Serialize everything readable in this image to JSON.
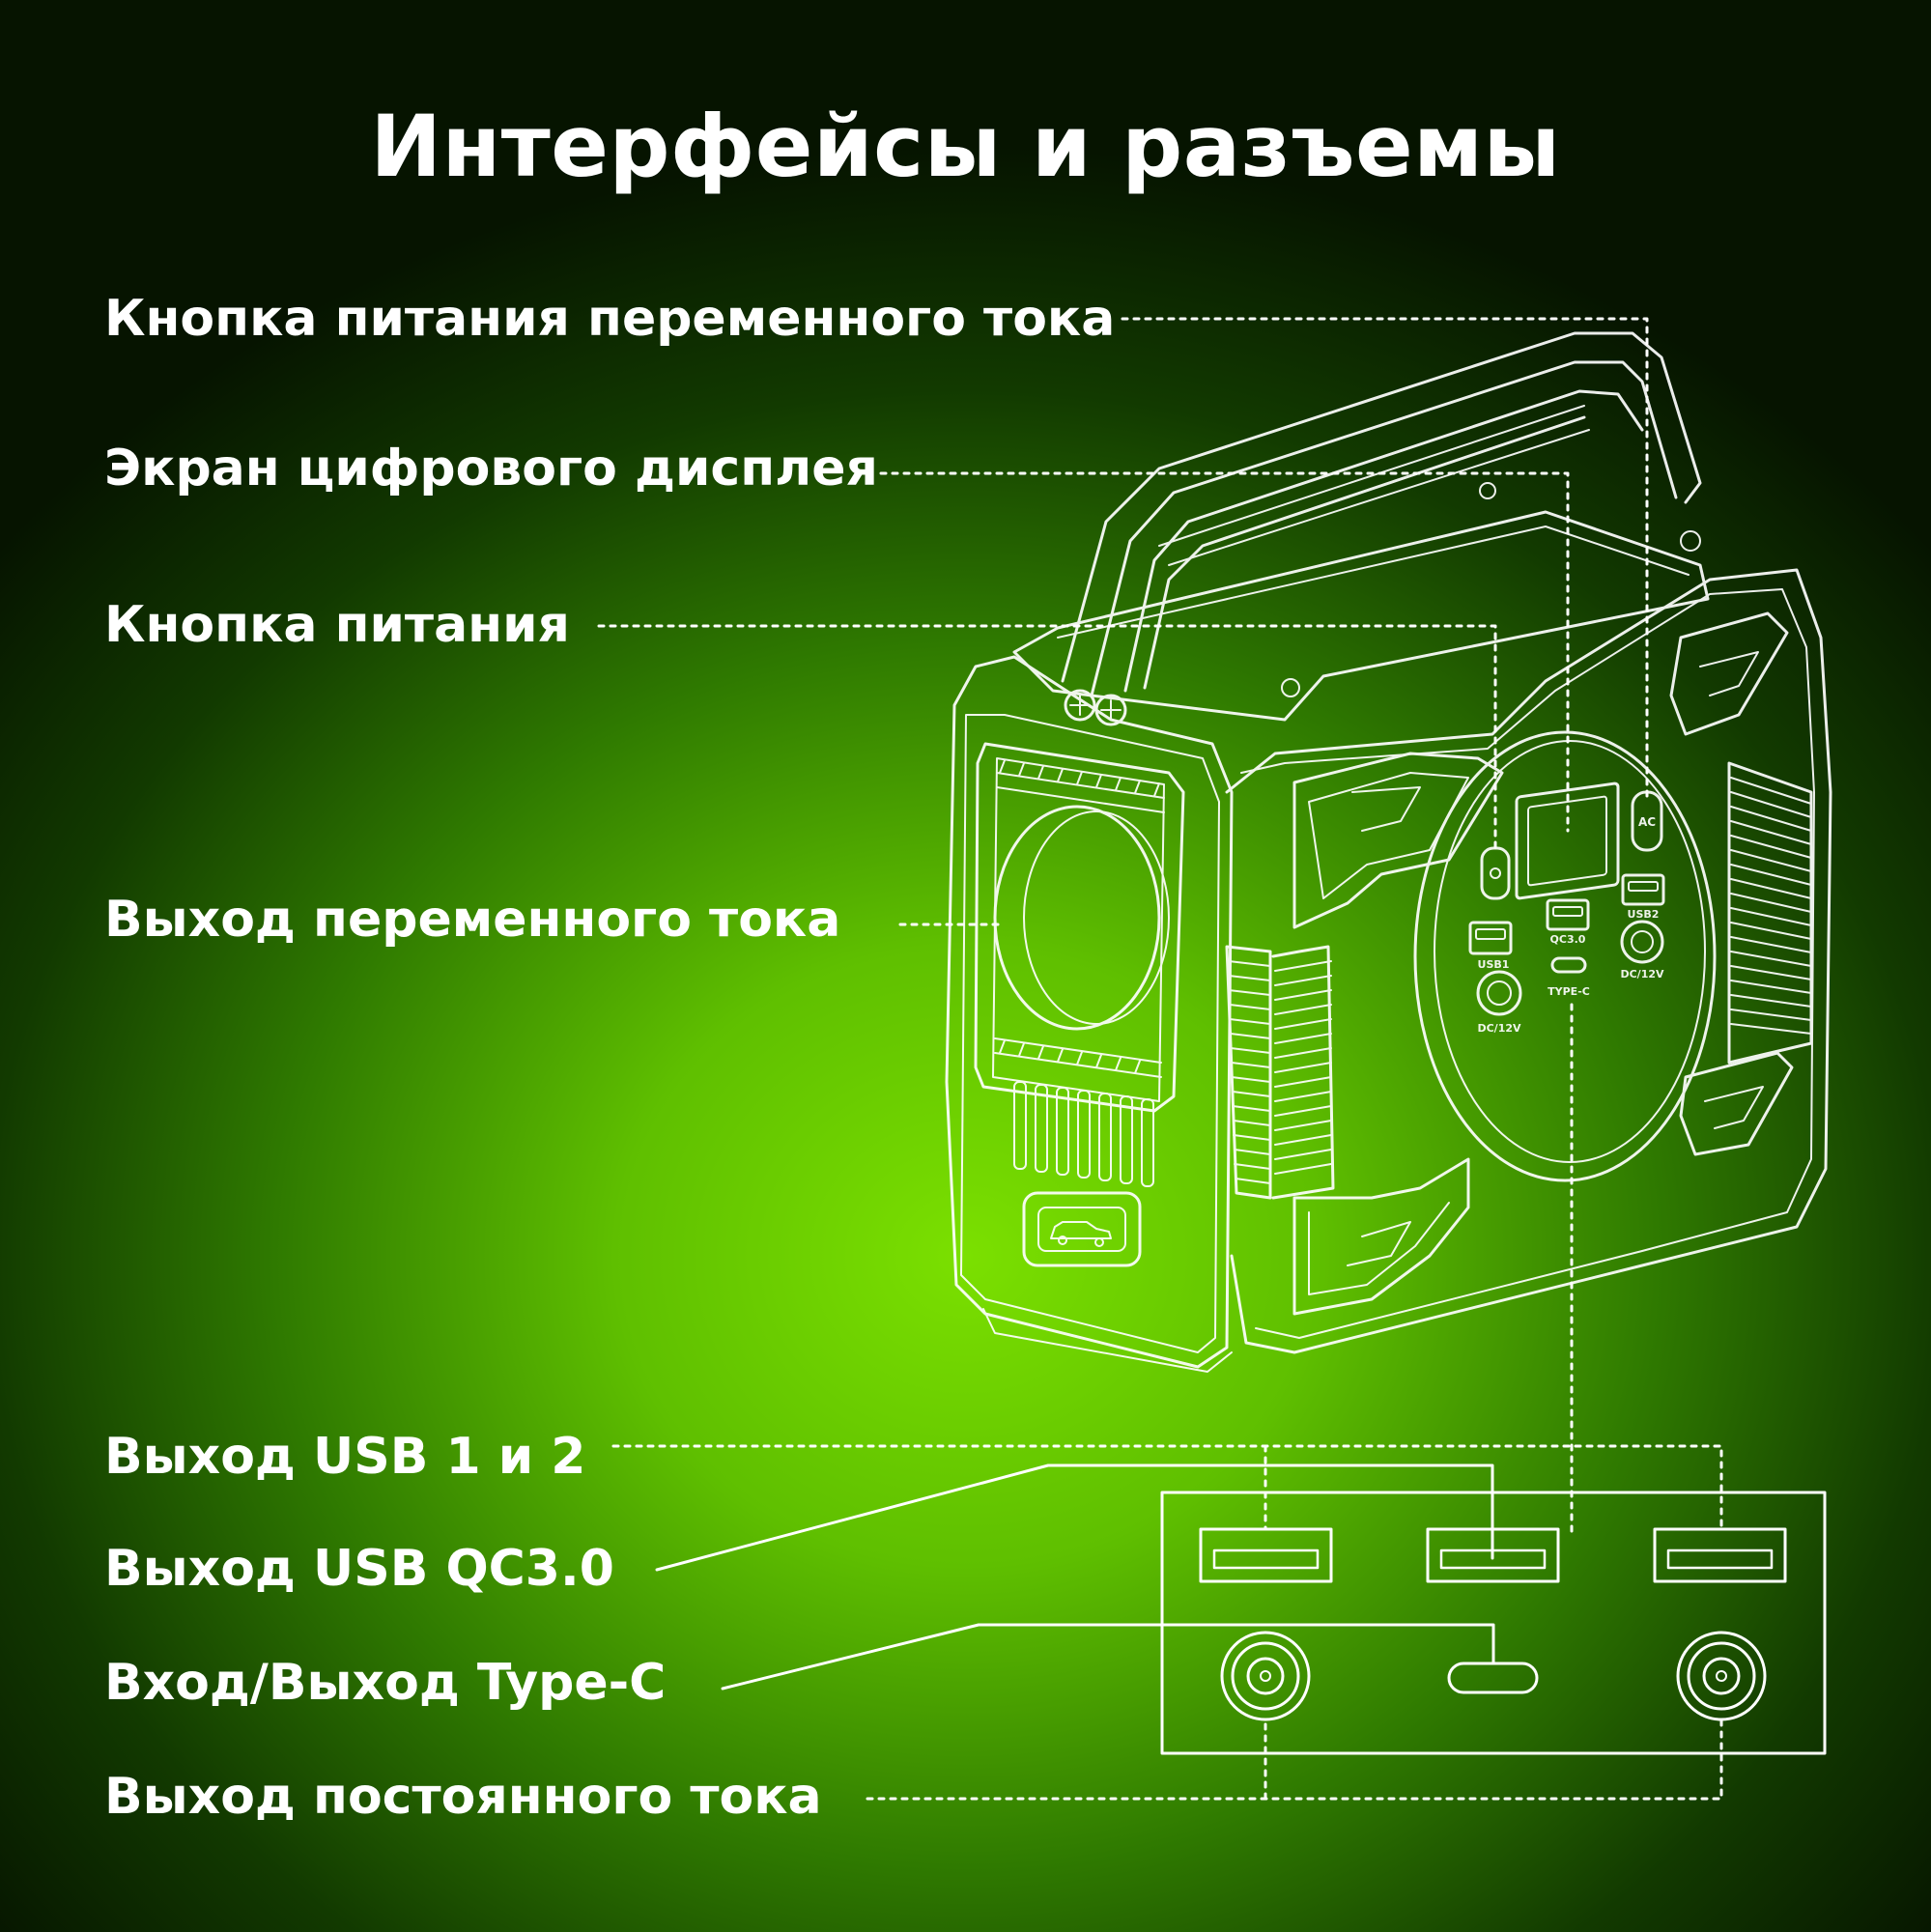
{
  "title": "Интерфейсы и разъемы",
  "labels": {
    "ac_power_button": "Кнопка питания переменного тока",
    "digital_display": "Экран цифрового дисплея",
    "power_button": "Кнопка питания",
    "ac_output": "Выход переменного тока",
    "usb_1_2": "Выход USB 1 и 2",
    "usb_qc30": "Выход USB QC3.0",
    "type_c": "Вход/Выход Type-C",
    "dc_output": "Выход постоянного тока"
  },
  "panel_marks": {
    "ac": "AC",
    "usb1": "USB1",
    "usb2": "USB2",
    "qc": "QC3.0",
    "typec": "TYPE-C",
    "dc_left": "DC/12V",
    "dc_right": "DC/12V"
  },
  "colors": {
    "text": "#ffffff",
    "line_art": "#ffffff",
    "background_center": "#7be000",
    "background_edge": "#061400"
  }
}
